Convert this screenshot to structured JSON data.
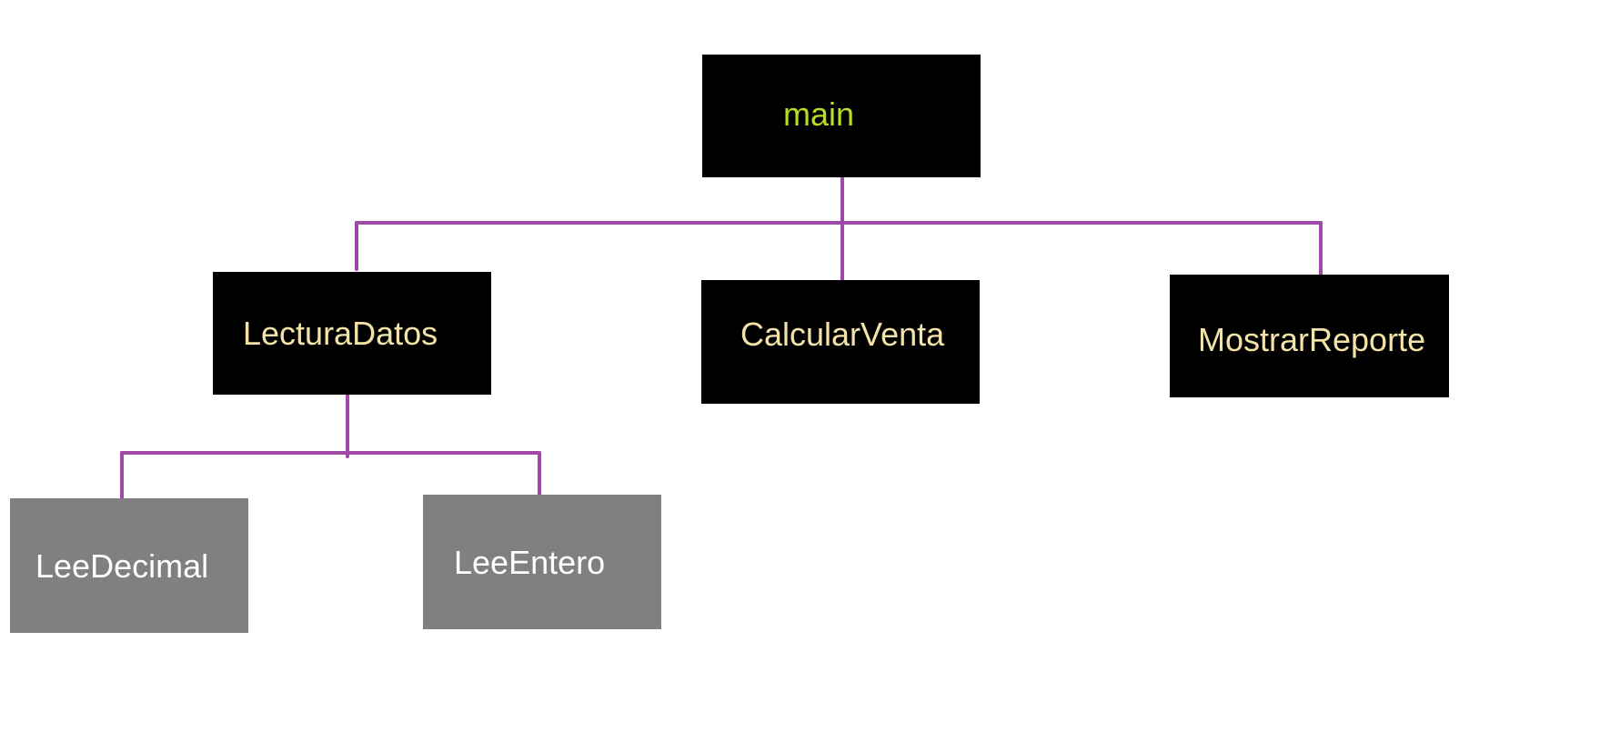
{
  "colors": {
    "connector": "#a04aa8",
    "dark_box": "#000000",
    "gray_box": "#808080",
    "root_text": "#b7dd22",
    "level1_text": "#f3e3a8",
    "level2_text": "#ffffff"
  },
  "nodes": {
    "main": {
      "label": "main"
    },
    "lectura_datos": {
      "label": "LecturaDatos"
    },
    "calcular_venta": {
      "label": "CalcularVenta"
    },
    "mostrar_reporte": {
      "label": "MostrarReporte"
    },
    "lee_decimal": {
      "label": "LeeDecimal"
    },
    "lee_entero": {
      "label": "LeeEntero"
    }
  }
}
